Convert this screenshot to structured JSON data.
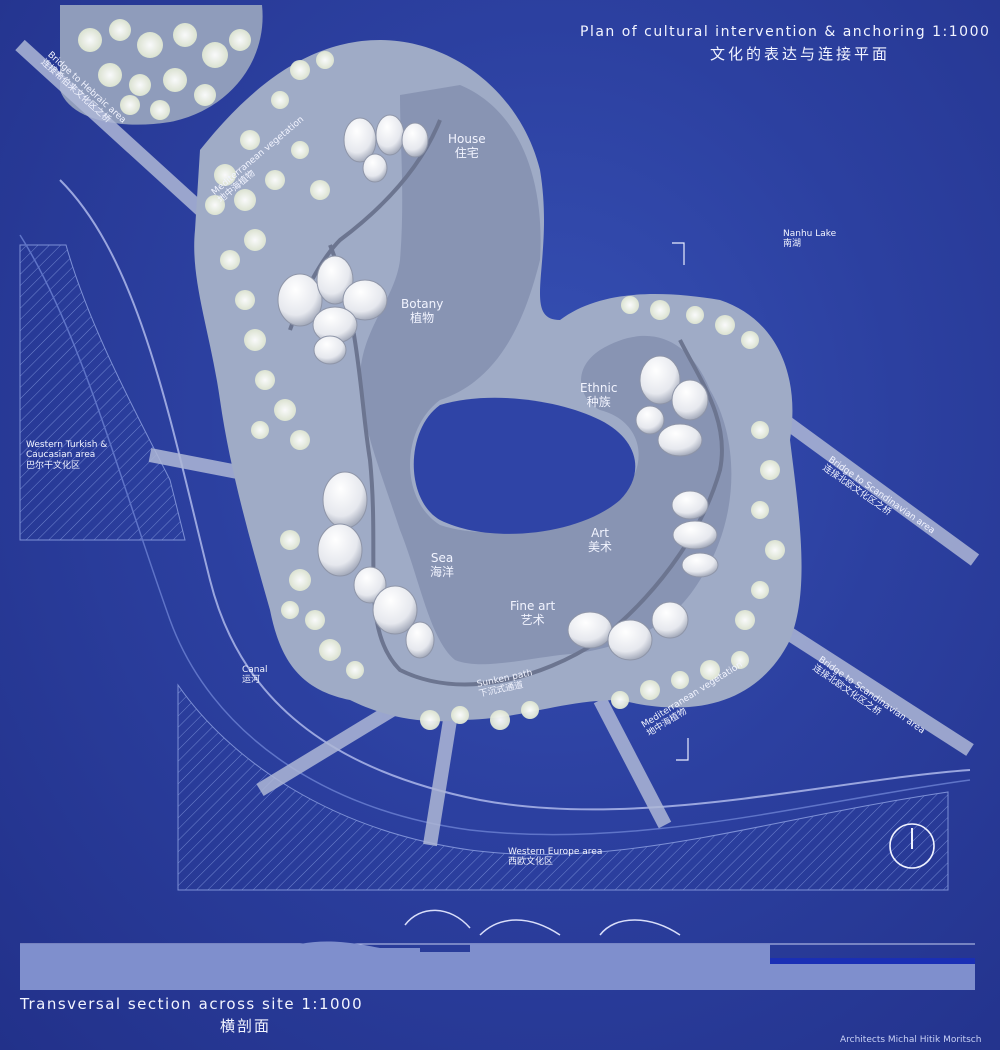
{
  "title": {
    "en": "Plan of cultural intervention & anchoring 1:1000",
    "zh": "文化的表达与连接平面"
  },
  "zones": {
    "house": {
      "en": "House",
      "zh": "住宅"
    },
    "botany": {
      "en": "Botany",
      "zh": "植物"
    },
    "ethnic": {
      "en": "Ethnic",
      "zh": "种族"
    },
    "art": {
      "en": "Art",
      "zh": "美术"
    },
    "sea": {
      "en": "Sea",
      "zh": "海洋"
    },
    "fine_art": {
      "en": "Fine art",
      "zh": "艺术"
    }
  },
  "areas": {
    "nanhu": {
      "en": "Nanhu Lake",
      "zh": "南湖"
    },
    "turkish": {
      "en1": "Western Turkish &",
      "en2": "Caucasian area",
      "zh": "巴尔干文化区"
    },
    "canal": {
      "en": "Canal",
      "zh": "运河"
    },
    "europe": {
      "en": "Western Europe area",
      "zh": "西欧文化区"
    }
  },
  "paths": {
    "sunken": {
      "en": "Sunken path",
      "zh": "下沉式通道"
    }
  },
  "bridges": {
    "hebraic": {
      "en": "Bridge to Hebraic area",
      "zh": "连接希伯来文化区之桥"
    },
    "scand_upper": {
      "en": "Bridge to Scandinavian area",
      "zh": "连接北欧文化区之桥"
    },
    "scand_lower": {
      "en": "Bridge to Scandinavian area",
      "zh": "连接北欧文化区之桥"
    }
  },
  "vegetation": {
    "upper": {
      "en": "Mediterranean vegetation",
      "zh": "地中海植物"
    },
    "lower": {
      "en": "Mediterranean vegetation",
      "zh": "地中海植物"
    }
  },
  "section": {
    "en": "Transversal section across site 1:1000",
    "zh": "横剖面"
  },
  "credit": "Architects Michal Hitik Moritsch",
  "colors": {
    "background": "#2b3f9c",
    "island": "#8c9ab8",
    "vegetation_band": "#a8b4cc",
    "tree": "#eef2e6",
    "pavilion": "#f4f5f8",
    "text": "#f2f4ff"
  },
  "icons": [
    "north-arrow-icon"
  ]
}
